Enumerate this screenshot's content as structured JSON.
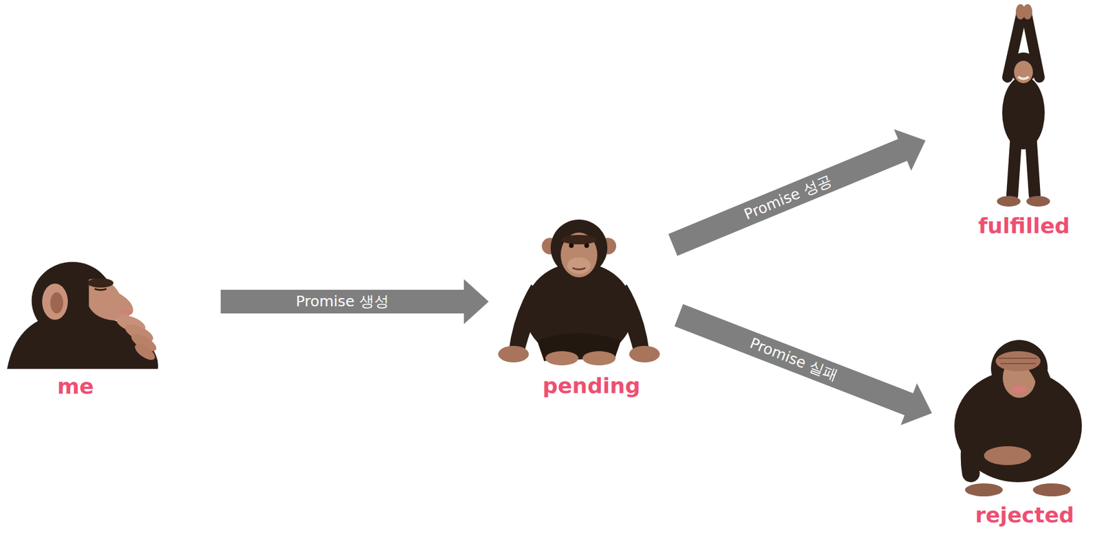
{
  "diagram": {
    "nodes": [
      {
        "text": [
          "me"
        ]
      },
      {
        "text": [
          "pending"
        ]
      },
      {
        "text": [
          "fulfilled"
        ]
      },
      {
        "text": [
          "rejected"
        ]
      }
    ],
    "edges": [
      {
        "from": 0,
        "to": 1,
        "arrow": "to",
        "label": "Promise 생성"
      },
      {
        "from": 1,
        "to": 2,
        "arrow": "to",
        "label": "Promise 성공"
      },
      {
        "from": 1,
        "to": 3,
        "arrow": "to",
        "label": "Promise 실패"
      }
    ]
  }
}
